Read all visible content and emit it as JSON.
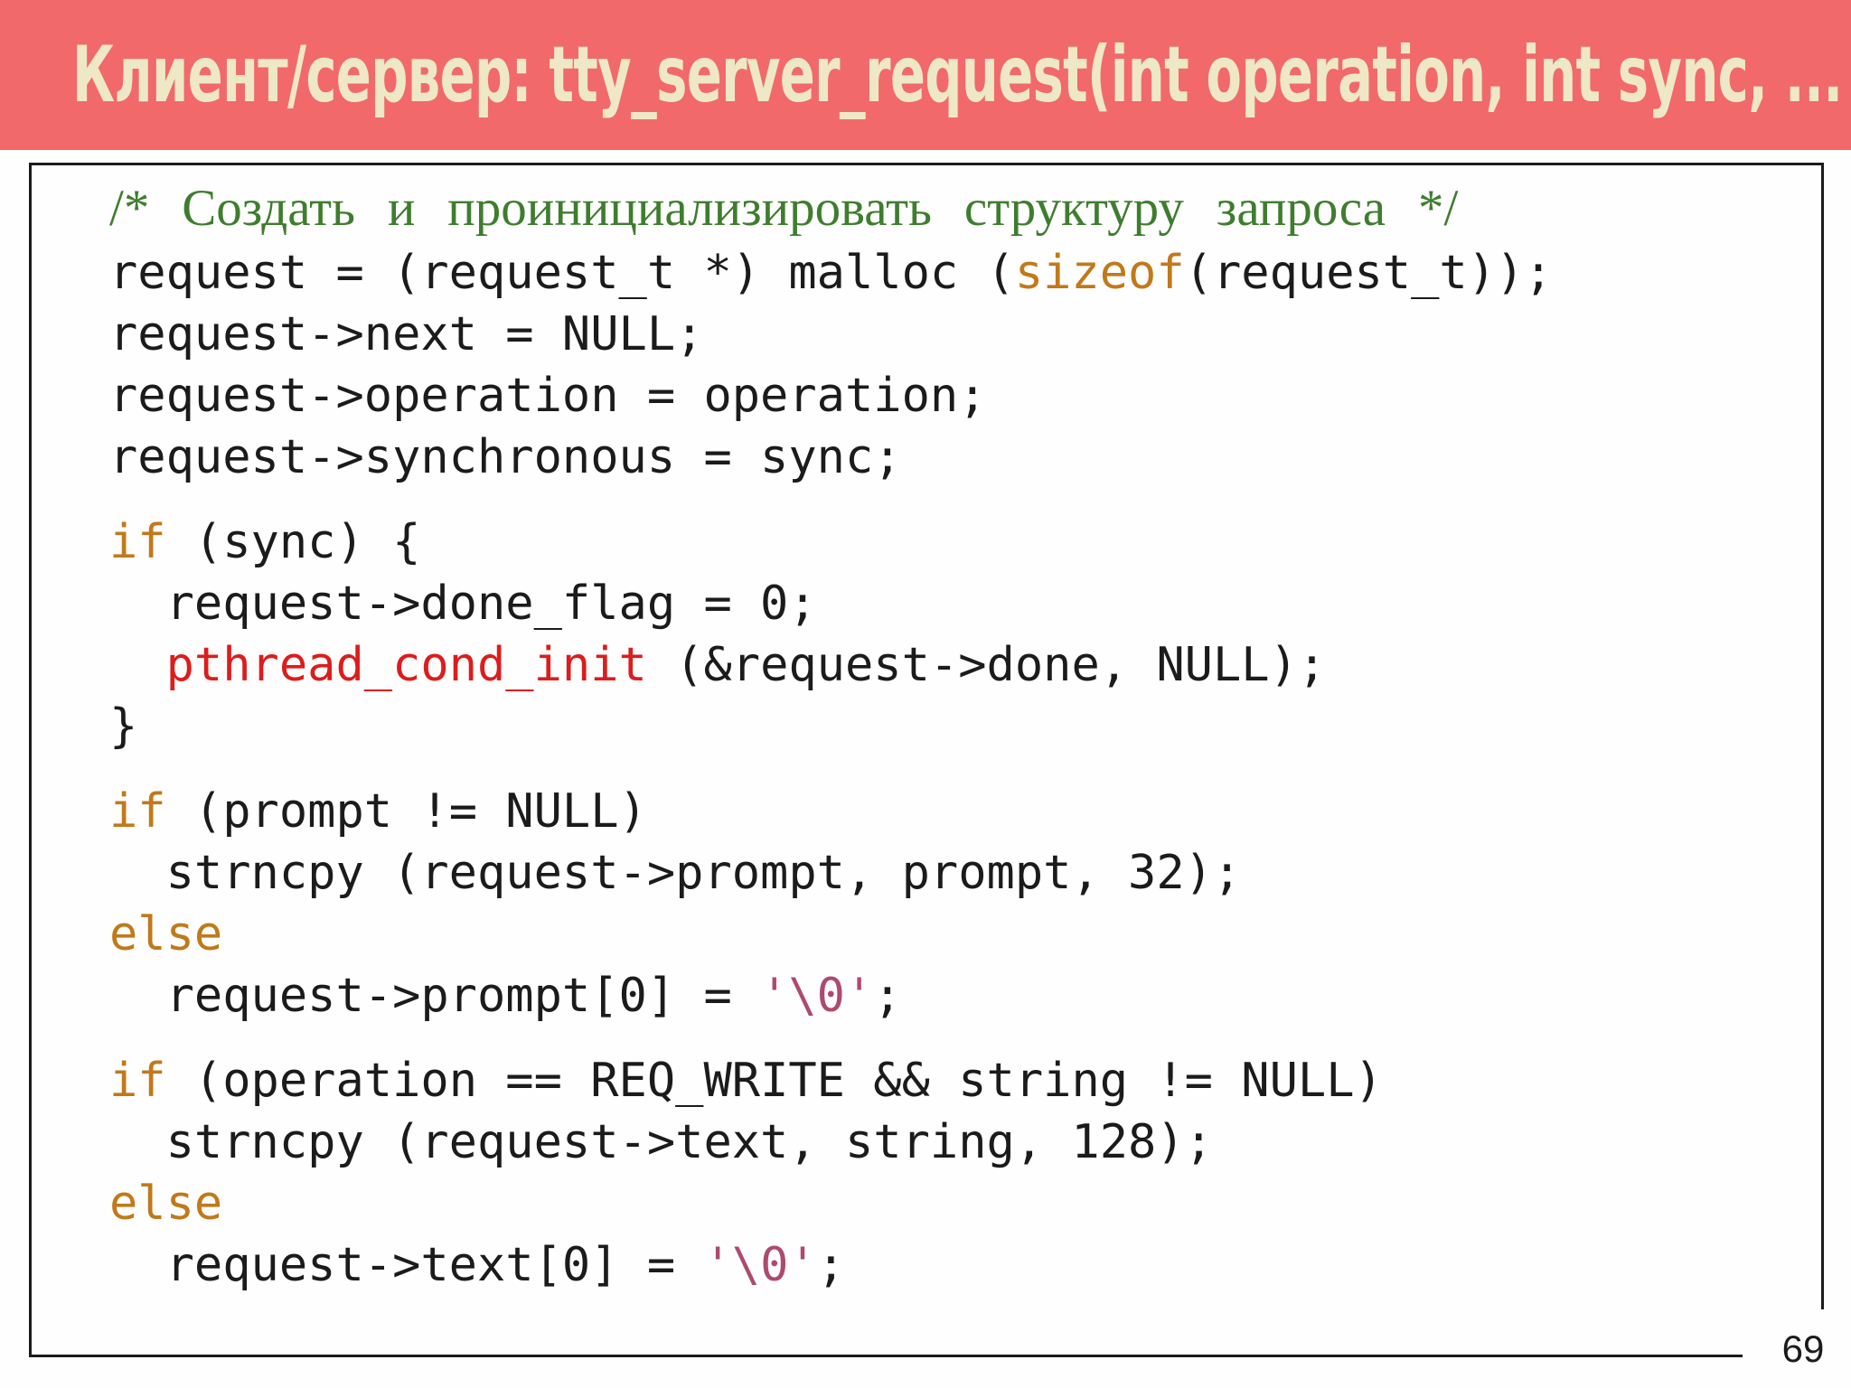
{
  "title": "Клиент/сервер: tty_server_request(int operation, int sync, ...",
  "page_number": "69",
  "colors": {
    "banner_bg": "#f2696b",
    "banner_fg": "#eee8c6",
    "border_black": "#1b1b1b",
    "code_plain": "#1b1b1b",
    "comment_green": "#3f7d2e",
    "keyword_orange": "#c1791b",
    "function_red": "#dc1d1d",
    "string_plum": "#ad4a6e"
  },
  "code": {
    "language": "c",
    "blocks": [
      {
        "lines": [
          [
            {
              "c": "comment",
              "t": "/* Создать и проинициализировать структуру запроса */"
            }
          ],
          [
            {
              "t": "request = (request_t *) malloc ("
            },
            {
              "c": "keyword",
              "t": "sizeof"
            },
            {
              "t": "(request_t));"
            }
          ],
          [
            {
              "t": "request->next = NULL;"
            }
          ],
          [
            {
              "t": "request->operation = operation;"
            }
          ],
          [
            {
              "t": "request->synchronous = sync;"
            }
          ]
        ]
      },
      {
        "lines": [
          [
            {
              "c": "keyword",
              "t": "if"
            },
            {
              "t": " (sync) {"
            }
          ],
          [
            {
              "t": "  request->done_flag = 0;"
            }
          ],
          [
            {
              "t": "  "
            },
            {
              "c": "fn",
              "t": "pthread_cond_init"
            },
            {
              "t": " (&request->done, NULL);"
            }
          ],
          [
            {
              "t": "}"
            }
          ]
        ]
      },
      {
        "lines": [
          [
            {
              "c": "keyword",
              "t": "if"
            },
            {
              "t": " (prompt != NULL)"
            }
          ],
          [
            {
              "t": "  strncpy (request->prompt, prompt, 32);"
            }
          ],
          [
            {
              "c": "keyword",
              "t": "else"
            }
          ],
          [
            {
              "t": "  request->prompt[0] = "
            },
            {
              "c": "str",
              "t": "'\\0'"
            },
            {
              "t": ";"
            }
          ]
        ]
      },
      {
        "lines": [
          [
            {
              "c": "keyword",
              "t": "if"
            },
            {
              "t": " (operation == REQ_WRITE && string != NULL)"
            }
          ],
          [
            {
              "t": "  strncpy (request->text, string, 128);"
            }
          ],
          [
            {
              "c": "keyword",
              "t": "else"
            }
          ],
          [
            {
              "t": "  request->text[0] = "
            },
            {
              "c": "str",
              "t": "'\\0'"
            },
            {
              "t": ";"
            }
          ]
        ]
      }
    ]
  }
}
